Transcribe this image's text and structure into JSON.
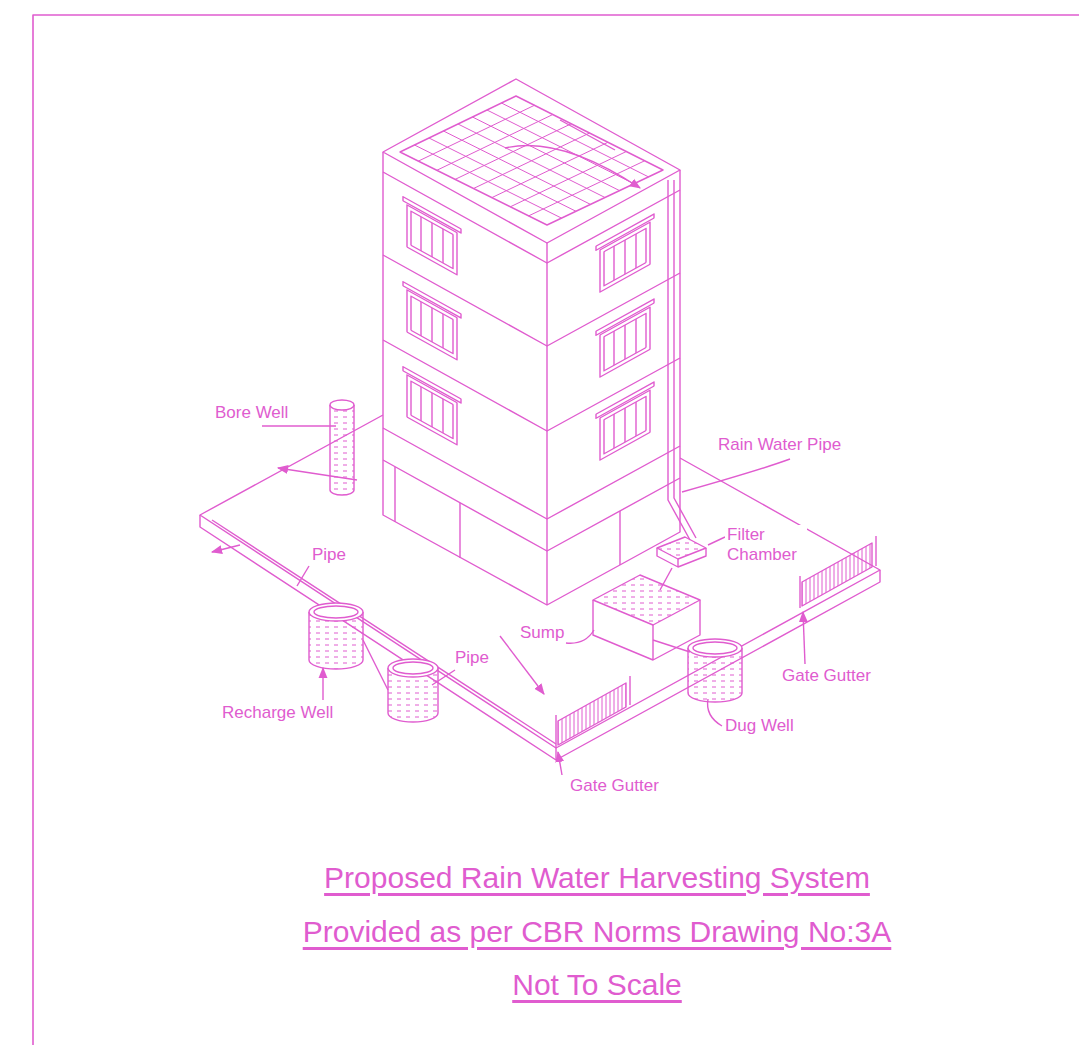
{
  "diagram": {
    "title": "Proposed Rain Water Harvesting System",
    "caption": "Provided as per CBR Norms Drawing No:3A",
    "labels": [
      "Bore Well",
      "Rain Water Pipe",
      "Filter Chamber",
      "Pipe",
      "Sump",
      "Pipe",
      "Recharge Well",
      "Gate Gutter",
      "Dug Well",
      "Gate Gutter",
      "Not To Scale"
    ]
  }
}
